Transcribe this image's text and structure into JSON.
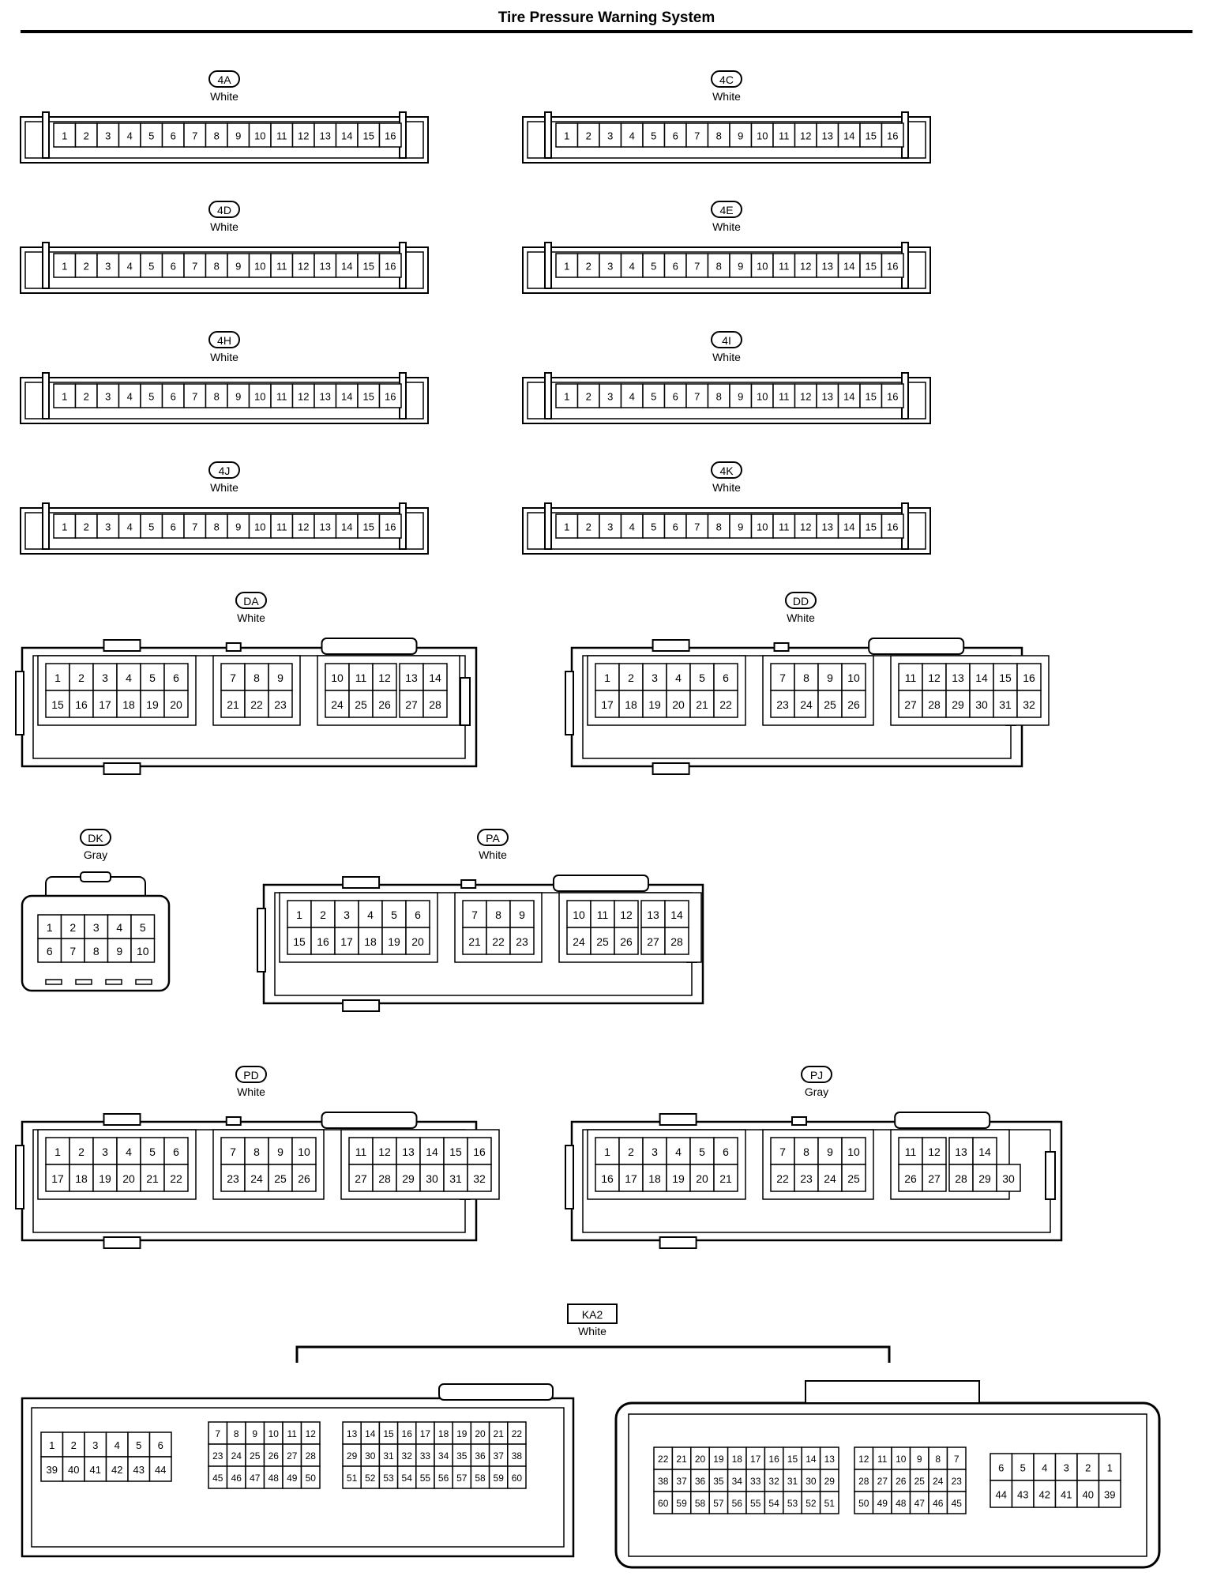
{
  "page": {
    "title": "Tire Pressure Warning System"
  },
  "connectors": [
    {
      "id": "4A",
      "color": "White",
      "kind": "strip16",
      "pins": [
        1,
        2,
        3,
        4,
        5,
        6,
        7,
        8,
        9,
        10,
        11,
        12,
        13,
        14,
        15,
        16
      ]
    },
    {
      "id": "4C",
      "color": "White",
      "kind": "strip16",
      "pins": [
        1,
        2,
        3,
        4,
        5,
        6,
        7,
        8,
        9,
        10,
        11,
        12,
        13,
        14,
        15,
        16
      ]
    },
    {
      "id": "4D",
      "color": "White",
      "kind": "strip16",
      "pins": [
        1,
        2,
        3,
        4,
        5,
        6,
        7,
        8,
        9,
        10,
        11,
        12,
        13,
        14,
        15,
        16
      ]
    },
    {
      "id": "4E",
      "color": "White",
      "kind": "strip16",
      "pins": [
        1,
        2,
        3,
        4,
        5,
        6,
        7,
        8,
        9,
        10,
        11,
        12,
        13,
        14,
        15,
        16
      ]
    },
    {
      "id": "4H",
      "color": "White",
      "kind": "strip16",
      "pins": [
        1,
        2,
        3,
        4,
        5,
        6,
        7,
        8,
        9,
        10,
        11,
        12,
        13,
        14,
        15,
        16
      ]
    },
    {
      "id": "4I",
      "color": "White",
      "kind": "strip16",
      "pins": [
        1,
        2,
        3,
        4,
        5,
        6,
        7,
        8,
        9,
        10,
        11,
        12,
        13,
        14,
        15,
        16
      ]
    },
    {
      "id": "4J",
      "color": "White",
      "kind": "strip16",
      "pins": [
        1,
        2,
        3,
        4,
        5,
        6,
        7,
        8,
        9,
        10,
        11,
        12,
        13,
        14,
        15,
        16
      ]
    },
    {
      "id": "4K",
      "color": "White",
      "kind": "strip16",
      "pins": [
        1,
        2,
        3,
        4,
        5,
        6,
        7,
        8,
        9,
        10,
        11,
        12,
        13,
        14,
        15,
        16
      ]
    },
    {
      "id": "DA",
      "color": "White",
      "kind": "multi",
      "blocks": [
        {
          "rows": [
            [
              1,
              2,
              3,
              4,
              5,
              6
            ],
            [
              15,
              16,
              17,
              18,
              19,
              20
            ]
          ]
        },
        {
          "rows": [
            [
              7,
              8,
              9
            ],
            [
              21,
              22,
              23
            ]
          ]
        },
        {
          "rows": [
            [
              10,
              11,
              12
            ],
            [
              24,
              25,
              26
            ]
          ],
          "wide": [
            [
              13,
              14
            ],
            [
              27,
              28
            ]
          ]
        }
      ]
    },
    {
      "id": "DD",
      "color": "White",
      "kind": "multi",
      "blocks": [
        {
          "rows": [
            [
              1,
              2,
              3,
              4,
              5,
              6
            ],
            [
              17,
              18,
              19,
              20,
              21,
              22
            ]
          ]
        },
        {
          "rows": [
            [
              7,
              8,
              9,
              10
            ],
            [
              23,
              24,
              25,
              26
            ]
          ]
        },
        {
          "rows": [
            [
              11,
              12,
              13,
              14,
              15,
              16
            ],
            [
              27,
              28,
              29,
              30,
              31,
              32
            ]
          ]
        }
      ]
    },
    {
      "id": "DK",
      "color": "Gray",
      "kind": "small",
      "rows": [
        [
          1,
          2,
          3,
          4,
          5
        ],
        [
          6,
          7,
          8,
          9,
          10
        ]
      ]
    },
    {
      "id": "PA",
      "color": "White",
      "kind": "multi",
      "blocks": [
        {
          "rows": [
            [
              1,
              2,
              3,
              4,
              5,
              6
            ],
            [
              15,
              16,
              17,
              18,
              19,
              20
            ]
          ]
        },
        {
          "rows": [
            [
              7,
              8,
              9
            ],
            [
              21,
              22,
              23
            ]
          ]
        },
        {
          "rows": [
            [
              10,
              11,
              12
            ],
            [
              24,
              25,
              26
            ]
          ],
          "wide": [
            [
              13,
              14
            ],
            [
              27,
              28
            ]
          ]
        }
      ]
    },
    {
      "id": "PD",
      "color": "White",
      "kind": "multi",
      "blocks": [
        {
          "rows": [
            [
              1,
              2,
              3,
              4,
              5,
              6
            ],
            [
              17,
              18,
              19,
              20,
              21,
              22
            ]
          ]
        },
        {
          "rows": [
            [
              7,
              8,
              9,
              10
            ],
            [
              23,
              24,
              25,
              26
            ]
          ]
        },
        {
          "rows": [
            [
              11,
              12,
              13,
              14,
              15,
              16
            ],
            [
              27,
              28,
              29,
              30,
              31,
              32
            ]
          ]
        }
      ]
    },
    {
      "id": "PJ",
      "color": "Gray",
      "kind": "multi",
      "blocks": [
        {
          "rows": [
            [
              1,
              2,
              3,
              4,
              5,
              6
            ],
            [
              16,
              17,
              18,
              19,
              20,
              21
            ]
          ]
        },
        {
          "rows": [
            [
              7,
              8,
              9,
              10
            ],
            [
              22,
              23,
              24,
              25
            ]
          ]
        },
        {
          "rows": [
            [
              11,
              12
            ],
            [
              26,
              27
            ]
          ],
          "wide": [
            [
              13,
              14
            ],
            [
              28,
              29,
              30
            ]
          ]
        }
      ]
    }
  ],
  "ka2": {
    "id": "KA2",
    "color": "White",
    "left_blocks": [
      {
        "rows": [
          [
            1,
            2,
            3,
            4,
            5,
            6
          ],
          [
            39,
            40,
            41,
            42,
            43,
            44
          ]
        ]
      },
      {
        "rows": [
          [
            7,
            8,
            9,
            10,
            11,
            12
          ],
          [
            23,
            24,
            25,
            26,
            27,
            28
          ],
          [
            45,
            46,
            47,
            48,
            49,
            50
          ]
        ]
      },
      {
        "rows": [
          [
            13,
            14,
            15,
            16,
            17,
            18,
            19,
            20,
            21,
            22
          ],
          [
            29,
            30,
            31,
            32,
            33,
            34,
            35,
            36,
            37,
            38
          ],
          [
            51,
            52,
            53,
            54,
            55,
            56,
            57,
            58,
            59,
            60
          ]
        ]
      }
    ],
    "right_blocks": [
      {
        "rows": [
          [
            22,
            21,
            20,
            19,
            18,
            17,
            16,
            15,
            14,
            13
          ],
          [
            38,
            37,
            36,
            35,
            34,
            33,
            32,
            31,
            30,
            29
          ],
          [
            60,
            59,
            58,
            57,
            56,
            55,
            54,
            53,
            52,
            51
          ]
        ]
      },
      {
        "rows": [
          [
            12,
            11,
            10,
            9,
            8,
            7
          ],
          [
            28,
            27,
            26,
            25,
            24,
            23
          ],
          [
            50,
            49,
            48,
            47,
            46,
            45
          ]
        ]
      },
      {
        "rows": [
          [
            6,
            5,
            4,
            3,
            2,
            1
          ],
          [
            44,
            43,
            42,
            41,
            40,
            39
          ]
        ]
      }
    ]
  }
}
